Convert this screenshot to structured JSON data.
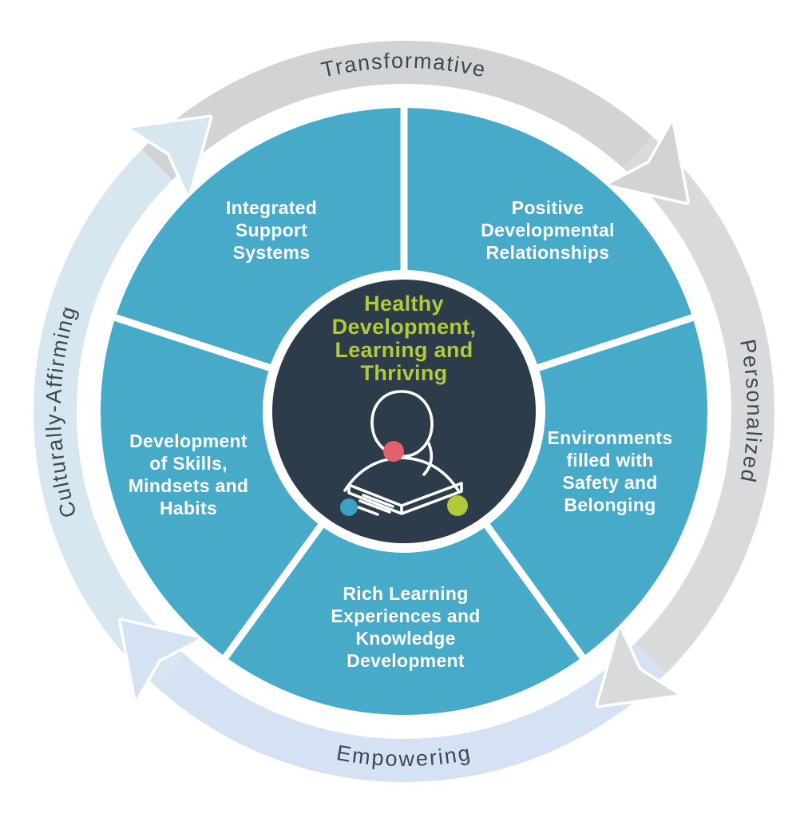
{
  "diagram_title": "Healthy Development, Learning and Thriving framework wheel",
  "center": {
    "title": "Healthy\nDevelopment,\nLearning and\nThriving",
    "icon": "person-reading-book-icon"
  },
  "ring": {
    "top": "Transformative",
    "right": "Personalized",
    "bottom": "Empowering",
    "left": "Culturally-Affirming"
  },
  "wedges": [
    {
      "label": "Integrated\nSupport\nSystems"
    },
    {
      "label": "Positive\nDevelopmental\nRelationships"
    },
    {
      "label": "Environments\nfilled with\nSafety and\nBelonging"
    },
    {
      "label": "Rich Learning\nExperiences and\nKnowledge\nDevelopment"
    },
    {
      "label": "Development\nof Skills,\nMindsets and\nHabits"
    }
  ],
  "colors": {
    "teal": "#46aac8",
    "navy": "#2d3c4b",
    "lime": "#b2c93a",
    "white": "#ffffff",
    "ring_transformative": "#d1d3d4",
    "ring_personalized": "#d8dadc",
    "ring_empowering": "#d5e2f4",
    "ring_culturally": "#d6e7f0",
    "ring_text": "#3d4854",
    "dot_red": "#e2606a",
    "dot_blue": "#3e9fc4",
    "dot_green": "#b2c93a"
  }
}
